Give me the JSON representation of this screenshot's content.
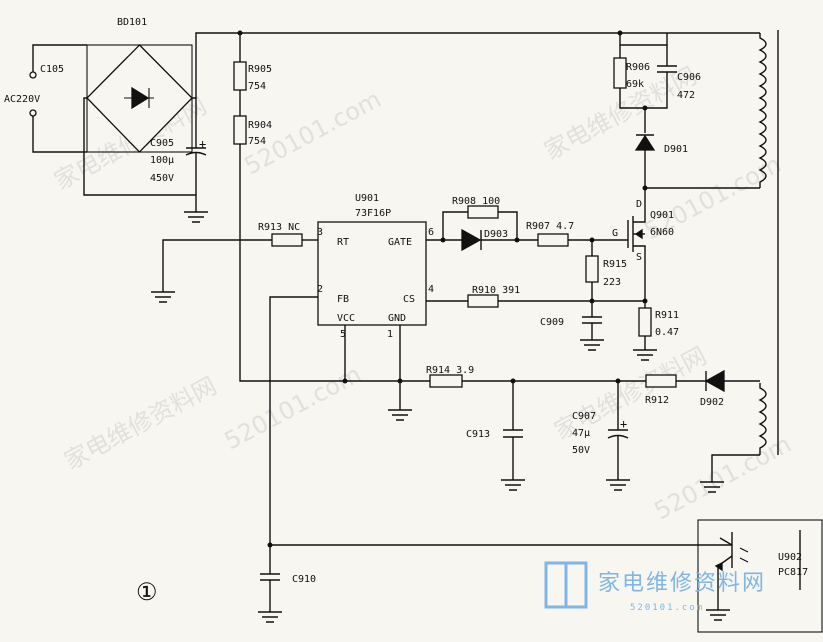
{
  "labels": {
    "bd101": "BD101",
    "c105": "C105",
    "ac220v": "AC220V",
    "r905": "R905",
    "r905_val": "754",
    "r904": "R904",
    "r904_val": "754",
    "c905": "C905",
    "c905_val": "100μ",
    "c905_v": "450V",
    "r906": "R906",
    "r906_val": "69k",
    "c906": "C906",
    "c906_val": "472",
    "d901": "D901",
    "u901": "U901",
    "u901_part": "73F16P",
    "r908": "R908 100",
    "r907": "R907 4.7",
    "d903": "D903",
    "q901": "Q901",
    "q901_part": "6N60",
    "q_d": "D",
    "q_g": "G",
    "q_s": "S",
    "r913": "R913 NC",
    "pin3": "3",
    "pin6": "6",
    "pin2": "2",
    "pin4": "4",
    "pin5": "5",
    "pin1": "1",
    "rt": "RT",
    "gate": "GATE",
    "fb": "FB",
    "cs": "CS",
    "vcc": "VCC",
    "gnd": "GND",
    "r915": "R915",
    "r915_val": "223",
    "r910": "R910 391",
    "c909": "C909",
    "r911": "R911",
    "r911_val": "0.47",
    "r914": "R914 3.9",
    "c913": "C913",
    "c907": "C907",
    "c907_val": "47μ",
    "c907_v": "50V",
    "r912": "R912",
    "d902": "D902",
    "c910": "C910",
    "u902": "U902",
    "u902_part": "PC817",
    "circle_one": "①",
    "watermark": "家电维修资料网",
    "watermark_url": "520101.com",
    "logo_text": "家电维修资料网",
    "logo_sub": "520101.com"
  },
  "colors": {
    "ink": "#111111",
    "paper": "#f7f6f1",
    "logo": "#7fb6e6"
  }
}
